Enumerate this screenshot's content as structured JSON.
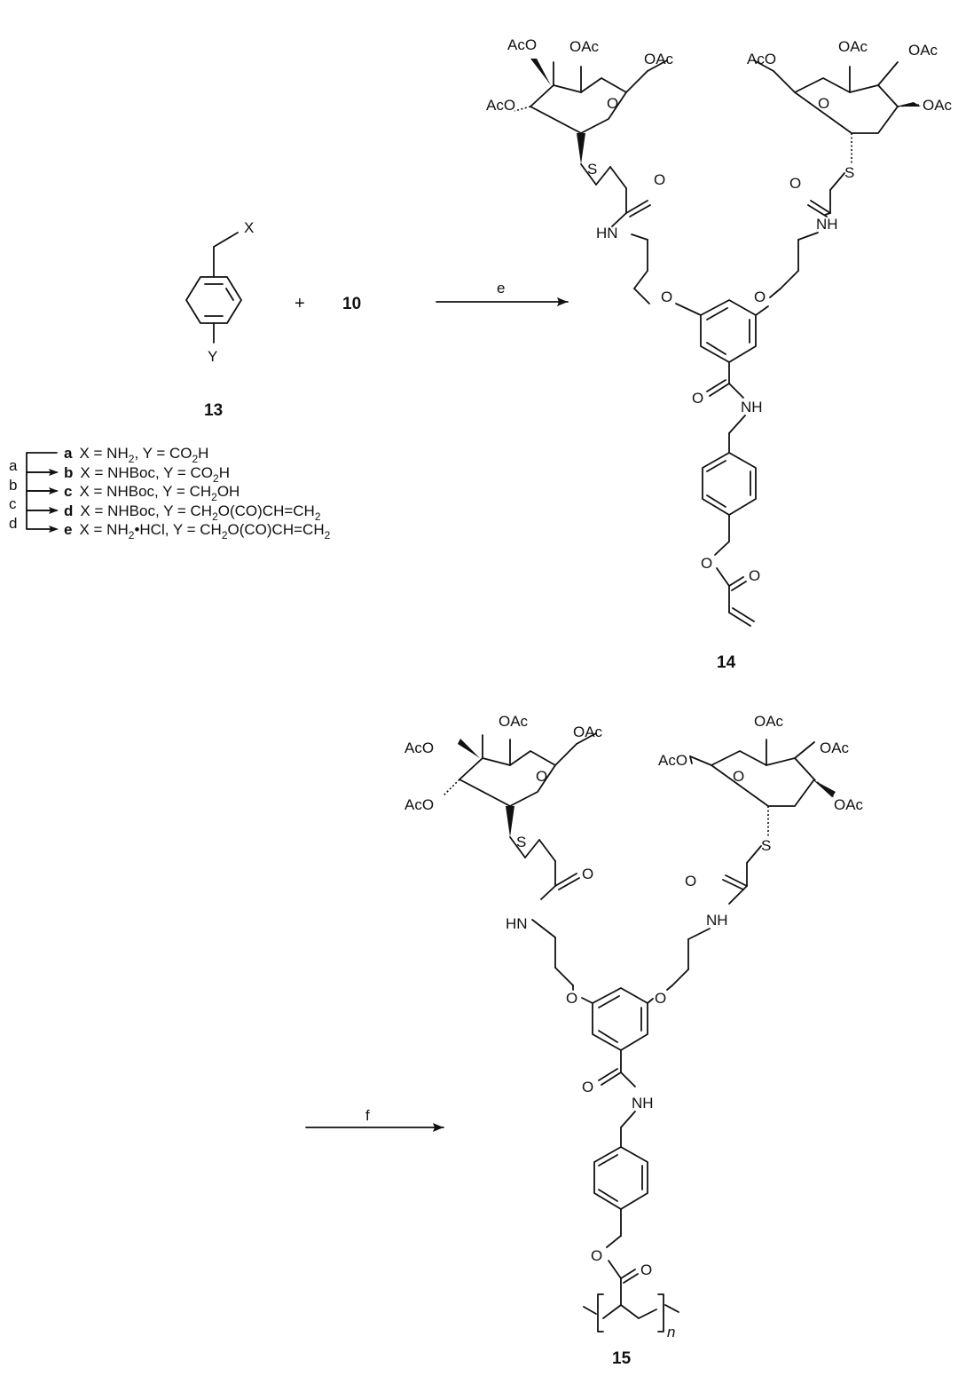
{
  "scheme": {
    "compound_13": "13",
    "compound_10": "10",
    "compound_14": "14",
    "compound_15": "15",
    "plus": "+",
    "x_label": "X",
    "y_label": "Y",
    "step_e": "e",
    "step_f": "f",
    "polymer_n": "n",
    "steps": [
      {
        "step": "a",
        "letter": "a",
        "text_1": "X = NH",
        "sub_1": "2",
        "text_2": ", Y = CO",
        "sub_2": "2",
        "text_3": "H"
      },
      {
        "step": "b",
        "letter": "b",
        "text_1": "X = NHBoc, Y = CO",
        "sub_1": "2",
        "text_2": "H"
      },
      {
        "step": "c",
        "letter": "c",
        "text_1": "X = NHBoc, Y = CH",
        "sub_1": "2",
        "text_2": "OH"
      },
      {
        "step": "d",
        "letter": "d",
        "text_1": "X = NHBoc, Y = CH",
        "sub_1": "2",
        "text_2": "O(CO)CH=CH",
        "sub_2": "2"
      },
      {
        "letter": "e",
        "text_1": "X = NH",
        "sub_1": "2",
        "text_2": "•HCl, Y = CH",
        "sub_2": "2",
        "text_3": "O(CO)CH=CH",
        "sub_3": "2"
      }
    ],
    "atoms": {
      "oac": "OAc",
      "aco": "AcO",
      "o": "O",
      "s": "S",
      "hn": "HN",
      "nh": "NH"
    }
  }
}
